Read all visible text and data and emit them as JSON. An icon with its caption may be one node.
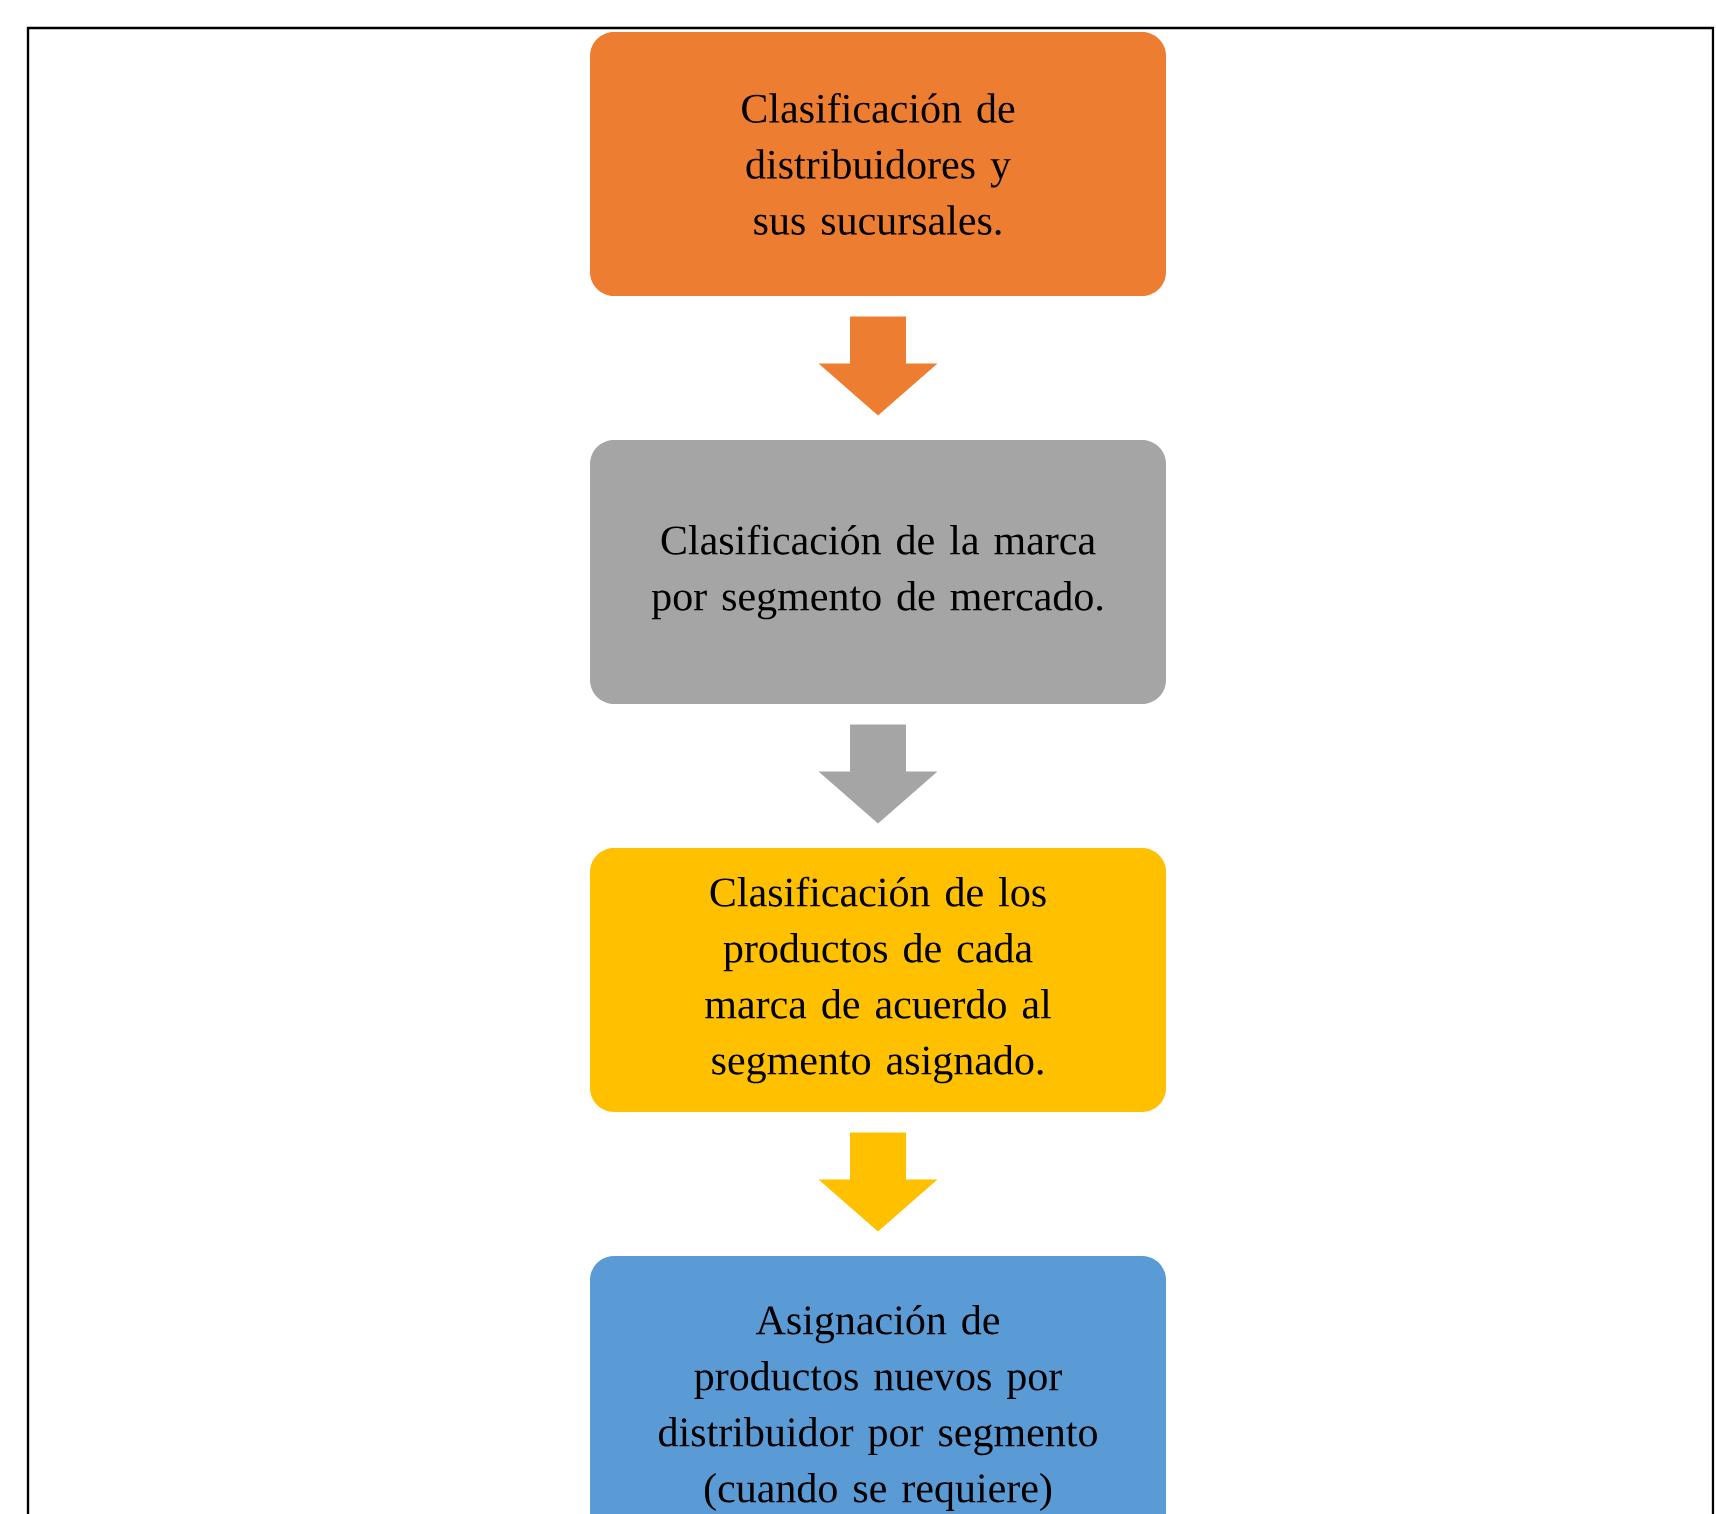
{
  "diagram": {
    "nodes": [
      {
        "text": [
          "Clasificación de distribuidores y sus sucursales."
        ]
      },
      {
        "text": [
          "Clasificación de la marca por segmento de mercado."
        ]
      },
      {
        "text": [
          "Clasificación de los productos de cada marca de acuerdo al segmento asignado."
        ]
      },
      {
        "text": [
          "Asignación de productos nuevos por distribuidor por segmento (cuando se requiere)"
        ]
      }
    ],
    "edges": [
      {
        "from": 0,
        "to": 1,
        "arrow": "to",
        "color": "#ed7d31"
      },
      {
        "from": 1,
        "to": 2,
        "arrow": "to",
        "color": "#a5a5a5"
      },
      {
        "from": 2,
        "to": 3,
        "arrow": "to",
        "color": "#ffc000"
      }
    ]
  }
}
